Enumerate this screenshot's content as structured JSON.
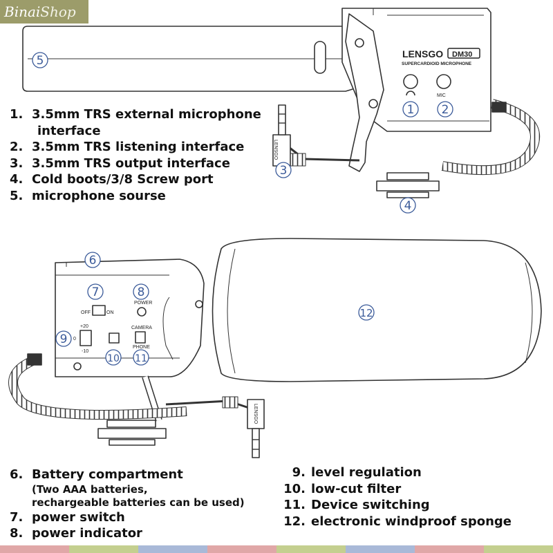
{
  "watermark": {
    "part1": "Binai",
    "part2": "Shop"
  },
  "product": {
    "brand": "LENSGO",
    "model": "DM30",
    "subtitle": "SUPERCARDIOID MICROPHONE",
    "jack_label_mic": "MIC",
    "cable_label": "LENSGO",
    "panel": {
      "off": "OFF",
      "on": "ON",
      "power": "POWER",
      "plus20": "+20",
      "zero": "0",
      "minus10": "-10",
      "camera": "CAMERA",
      "phone": "PHONE"
    }
  },
  "callouts": [
    "1",
    "2",
    "3",
    "4",
    "5",
    "6",
    "7",
    "8",
    "9",
    "10",
    "11",
    "12"
  ],
  "legend_top": [
    {
      "num": "1.",
      "text": "3.5mm TRS external microphone",
      "cont": "interface"
    },
    {
      "num": "2.",
      "text": "3.5mm TRS listening interface"
    },
    {
      "num": "3.",
      "text": "3.5mm TRS output interface"
    },
    {
      "num": "4.",
      "text": "Cold boots/3/8 Screw port"
    },
    {
      "num": "5.",
      "text": "microphone sourse"
    }
  ],
  "legend_bottom_left": [
    {
      "num": "6.",
      "text": "Battery compartment",
      "sub1": "(Two AAA batteries,",
      "sub2": "rechargeable batteries can be used)"
    },
    {
      "num": "7.",
      "text": "power switch"
    },
    {
      "num": "8.",
      "text": "power indicator"
    }
  ],
  "legend_bottom_right": [
    {
      "num": "9.",
      "text": "level regulation"
    },
    {
      "num": "10.",
      "text": "low-cut filter"
    },
    {
      "num": "11.",
      "text": "Device switching"
    },
    {
      "num": "12.",
      "text": "electronic windproof sponge"
    }
  ],
  "colors": {
    "callout": "#3a5a99",
    "line": "#333333",
    "watermark_bg": "#9c9c6a",
    "stripe": [
      "#e0a7a7",
      "#c4cf8f",
      "#a9b9d8",
      "#e0a7a7",
      "#c4cf8f",
      "#a9b9d8",
      "#e0a7a7",
      "#c4cf8f"
    ]
  }
}
